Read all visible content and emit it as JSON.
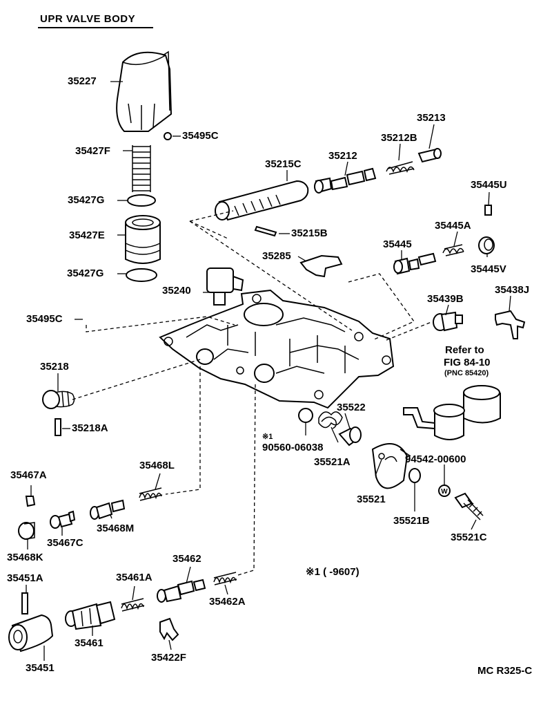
{
  "title": "UPR VALVE BODY",
  "footer_code": "MC R325-C",
  "note": "※1 (          -9607)",
  "refer": {
    "line1": "Refer to",
    "line2": "FIG 84-10",
    "line3": "(PNC 85420)"
  },
  "part_labels": {
    "p35227": "35227",
    "p35495C_top": "35495C",
    "p35427F": "35427F",
    "p35427G_top": "35427G",
    "p35427E": "35427E",
    "p35427G_bot": "35427G",
    "p35240": "35240",
    "p35495C_left": "35495C",
    "p35215C": "35215C",
    "p35212": "35212",
    "p35212B": "35212B",
    "p35213": "35213",
    "p35215B": "35215B",
    "p35285": "35285",
    "p35445U": "35445U",
    "p35445A": "35445A",
    "p35445": "35445",
    "p35445V": "35445V",
    "p35439B": "35439B",
    "p35438J": "35438J",
    "p35218": "35218",
    "p35218A": "35218A",
    "p35522": "35522",
    "p_note_mark": "※1",
    "p90560": "90560-06038",
    "p35521A": "35521A",
    "p94542": "94542-00600",
    "p35521": "35521",
    "p35521B": "35521B",
    "p35521C": "35521C",
    "p35467A": "35467A",
    "p35468L": "35468L",
    "p35468M": "35468M",
    "p35467C": "35467C",
    "p35468K": "35468K",
    "p35451A": "35451A",
    "p35461A": "35461A",
    "p35462": "35462",
    "p35462A": "35462A",
    "p35461": "35461",
    "p35451": "35451",
    "p35422F": "35422F"
  }
}
